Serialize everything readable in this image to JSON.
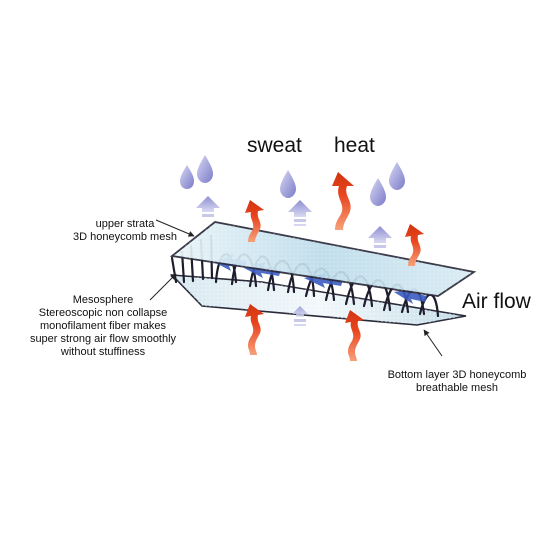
{
  "labels": {
    "sweat": "sweat",
    "heat": "heat",
    "air_flow": "Air flow",
    "upper": [
      "upper strata",
      "3D honeycomb mesh"
    ],
    "mesosphere": [
      "Mesosphere",
      "Stereoscopic non collapse",
      "monofilament fiber makes",
      "super strong air flow smoothly",
      "without stuffiness"
    ],
    "bottom": [
      "Bottom layer 3D honeycomb",
      "breathable mesh"
    ]
  },
  "colors": {
    "drop": "#8f8fd6",
    "up_arrow": "#a9a9dc",
    "heat_arrow": "#e8451f",
    "mesh_top": "#bcdcea",
    "mesh_bottom": "#c4dde8",
    "fiber": "#1d1d2e",
    "airflow_arrow": "#3b5bbf"
  },
  "icons": [
    "water-drop-icon",
    "up-arrow-icon",
    "heat-wave-arrow-icon",
    "airflow-arrow-icon",
    "leader-arrow-icon"
  ]
}
